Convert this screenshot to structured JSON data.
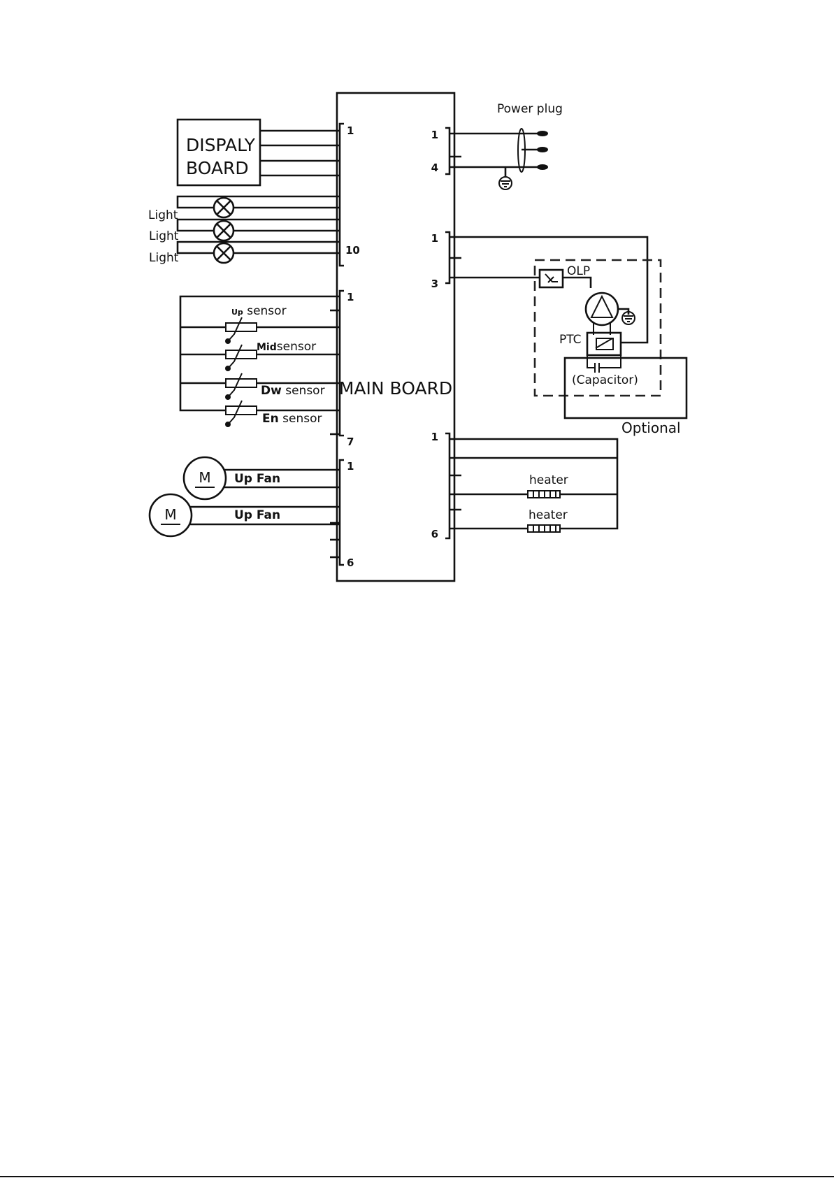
{
  "display_board": {
    "line1": "DISPALY",
    "line2": "BOARD"
  },
  "main_board": {
    "label": "MAIN BOARD"
  },
  "lights": [
    "Light",
    "Light",
    "Light"
  ],
  "sensors": [
    {
      "prefix": "Up",
      "suffix": " sensor"
    },
    {
      "prefix": "Mid",
      "suffix": "sensor"
    },
    {
      "prefix": "Dw",
      "suffix": " sensor"
    },
    {
      "prefix": "En",
      "suffix": " sensor"
    }
  ],
  "motor_symbol": "M",
  "fans": [
    "Up Fan",
    "Up Fan"
  ],
  "power_plug": "Power plug",
  "olp": "OLP",
  "ptc": "PTC",
  "capacitor": "(Capacitor)",
  "optional": "Optional",
  "heaters": [
    "heater",
    "heater"
  ],
  "pins": {
    "left_conn1_start": "1",
    "left_conn1_end": "10",
    "left_conn2_start": "1",
    "left_conn2_end": "7",
    "left_conn3_start": "1",
    "left_conn3_end": "6",
    "right_conn1_start": "1",
    "right_conn1_end": "4",
    "right_conn2_start": "1",
    "right_conn2_end": "3",
    "right_conn3_start": "1",
    "right_conn3_end": "6"
  }
}
